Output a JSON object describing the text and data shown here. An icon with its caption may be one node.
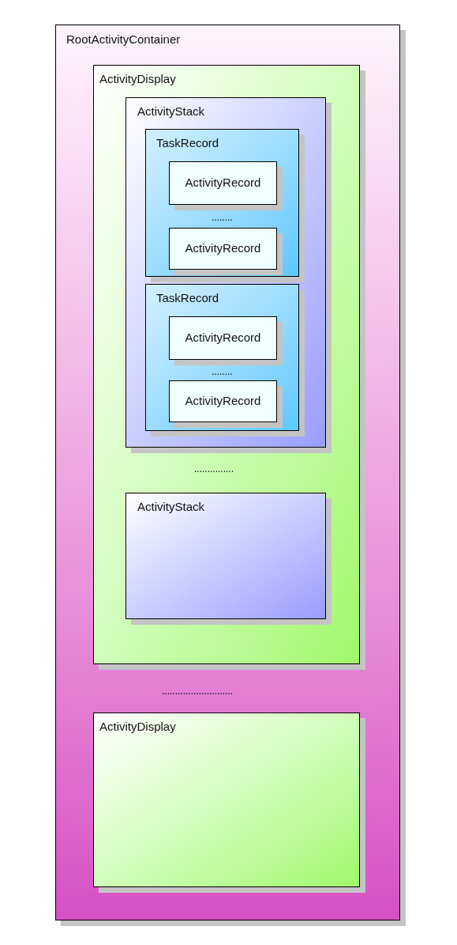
{
  "diagram": {
    "nodes": [
      {
        "text": [
          "RootActivityContainer"
        ]
      },
      {
        "text": [
          "ActivityDisplay"
        ],
        "in": 0
      },
      {
        "text": [
          "ActivityStack"
        ],
        "in": 1
      },
      {
        "text": [
          "TaskRecord"
        ],
        "in": 2
      },
      {
        "text": [
          "ActivityRecord"
        ],
        "in": 3
      },
      {
        "text": [
          "ActivityRecord"
        ],
        "in": 3
      },
      {
        "text": [
          "TaskRecord"
        ],
        "in": 2
      },
      {
        "text": [
          "ActivityRecord"
        ],
        "in": 6
      },
      {
        "text": [
          "ActivityRecord"
        ],
        "in": 6
      },
      {
        "text": [
          "ActivityStack"
        ],
        "in": 1
      },
      {
        "text": [
          "ActivityDisplay"
        ],
        "in": 0
      }
    ],
    "labels": [
      "........",
      "........",
      "...............",
      "..........................."
    ]
  }
}
